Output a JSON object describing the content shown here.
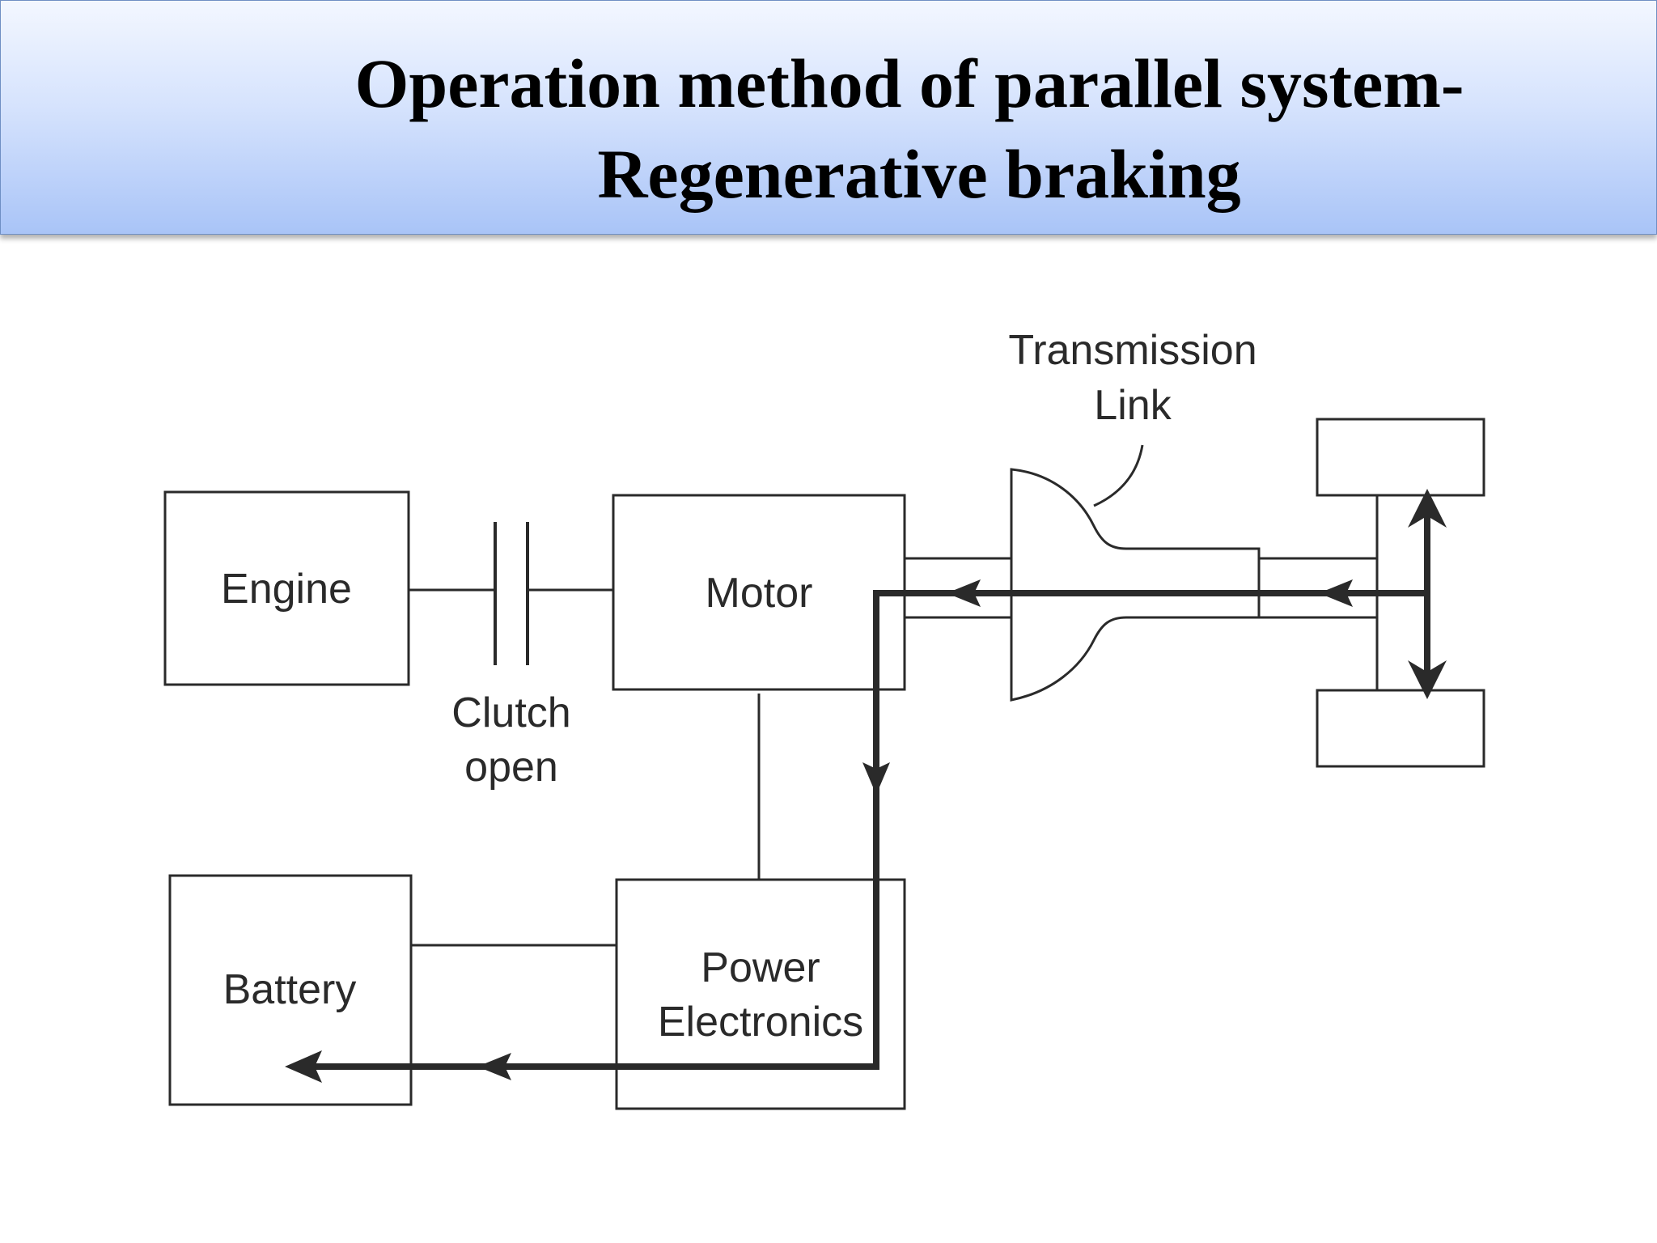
{
  "title": {
    "line1": "Operation method of parallel system-",
    "line2": "Regenerative braking"
  },
  "diagram": {
    "blocks": {
      "engine": "Engine",
      "motor": "Motor",
      "battery": "Battery",
      "power_electronics_line1": "Power",
      "power_electronics_line2": "Electronics"
    },
    "labels": {
      "clutch_line1": "Clutch",
      "clutch_line2": "open",
      "transmission_line1": "Transmission",
      "transmission_line2": "Link"
    }
  },
  "colors": {
    "title_gradient_top": "#f3f7ff",
    "title_gradient_bottom": "#a9c4f7",
    "line": "#2a2a2a"
  }
}
